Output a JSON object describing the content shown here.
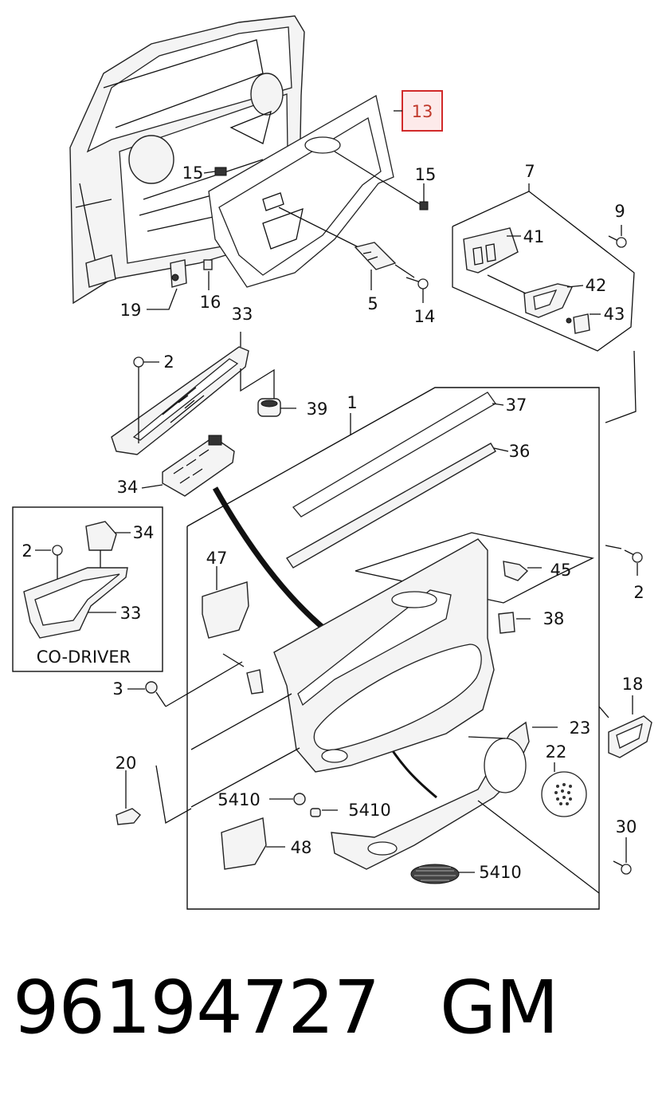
{
  "highlight": {
    "label": "13",
    "color": "#d12a2a"
  },
  "labels": {
    "l15a": "15",
    "l15b": "15",
    "l7": "7",
    "l9": "9",
    "l41": "41",
    "l42": "42",
    "l43": "43",
    "l19": "19",
    "l16": "16",
    "l5": "5",
    "l14": "14",
    "l33a": "33",
    "l2a": "2",
    "l39": "39",
    "l1": "1",
    "l37": "37",
    "l36": "36",
    "l34a": "34",
    "l34b": "34",
    "l2b": "2",
    "l33b": "33",
    "l47": "47",
    "l45": "45",
    "l2c": "2",
    "l38": "38",
    "l3": "3",
    "l18": "18",
    "l23": "23",
    "l22": "22",
    "l20": "20",
    "l5410a": "5410",
    "l5410b": "5410",
    "l48": "48",
    "l30": "30",
    "l5410c": "5410"
  },
  "inset": {
    "title": "CO-DRIVER"
  },
  "footer": {
    "part_number": "96194727",
    "brand": "GM"
  }
}
